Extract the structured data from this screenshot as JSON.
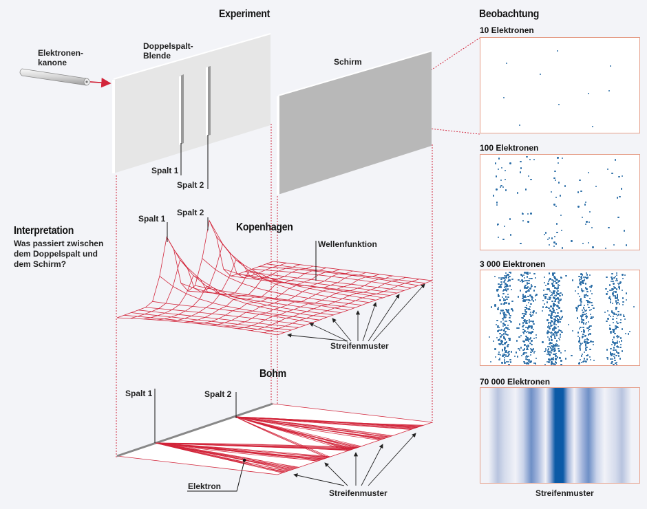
{
  "headings": {
    "experiment": "Experiment",
    "observation": "Beobachtung",
    "interpretation": "Interpretation",
    "interpretation_question": [
      "Was passiert zwischen",
      "dem Doppelspalt und",
      "dem Schirm?"
    ],
    "copenhagen": "Kopenhagen",
    "bohm": "Bohm"
  },
  "experiment": {
    "gun_label": [
      "Elektronen-",
      "kanone"
    ],
    "double_slit_label": [
      "Doppelspalt-",
      "Blende"
    ],
    "screen_label": "Schirm",
    "slit1_label": "Spalt 1",
    "slit2_label": "Spalt 2"
  },
  "copenhagen": {
    "slit1_label": "Spalt 1",
    "slit2_label": "Spalt 2",
    "wave_label": "Wellenfunktion",
    "fringe_label": "Streifenmuster"
  },
  "bohm": {
    "slit1_label": "Spalt 1",
    "slit2_label": "Spalt 2",
    "electron_label": "Elektron",
    "fringe_label": "Streifenmuster"
  },
  "observation": {
    "panels": [
      {
        "label": "10 Elektronen",
        "count": 10
      },
      {
        "label": "100 Elektronen",
        "count": 100
      },
      {
        "label": "3 000 Elektronen",
        "count": 3000
      },
      {
        "label": "70 000 Elektronen",
        "count": 70000
      }
    ],
    "caption": "Streifenmuster"
  },
  "colors": {
    "accent_red": "#d2253a",
    "dot_blue": "#2c6ea7",
    "fringe_blue": "#0a5aa8",
    "panel_border": "#e59c86",
    "plate_light": "#e6e6e6",
    "screen_gray": "#b8b8b8"
  }
}
